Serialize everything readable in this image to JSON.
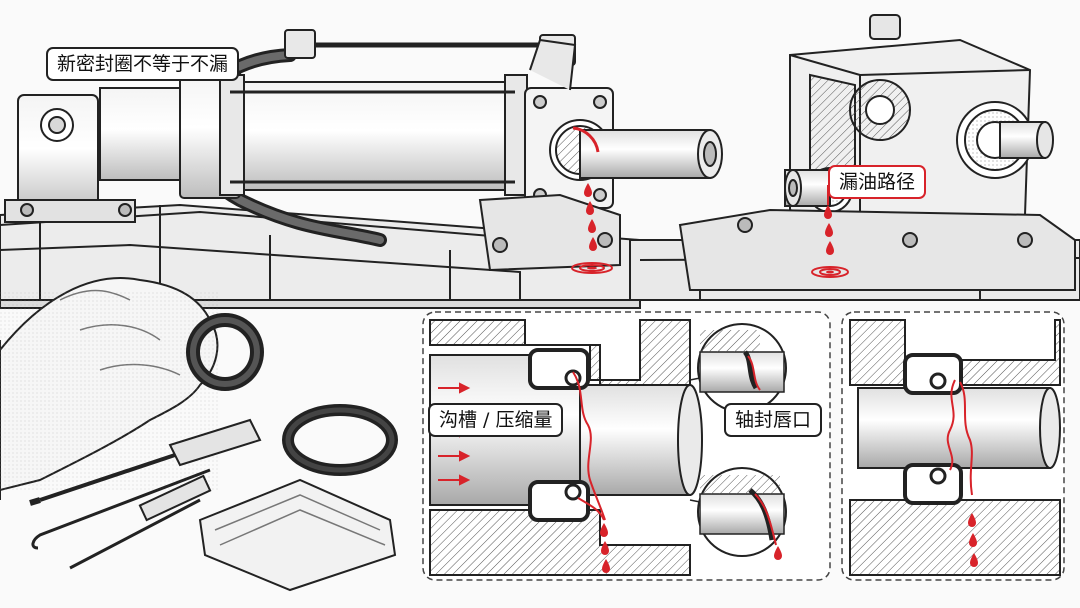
{
  "labels": {
    "new_seal_not_leakproof": "新密封圈不等于不漏",
    "leak_path": "漏油路径",
    "groove_compression": "沟槽 / 压缩量",
    "shaft_seal_lip": "轴封唇口"
  },
  "colors": {
    "ink": "#222222",
    "leak_red": "#d8232a",
    "background": "#fafafa",
    "panel_border": "#444444"
  },
  "icons": {
    "oil_drop": "oil-drop-icon",
    "pressure_arrow": "pressure-arrow-icon"
  }
}
